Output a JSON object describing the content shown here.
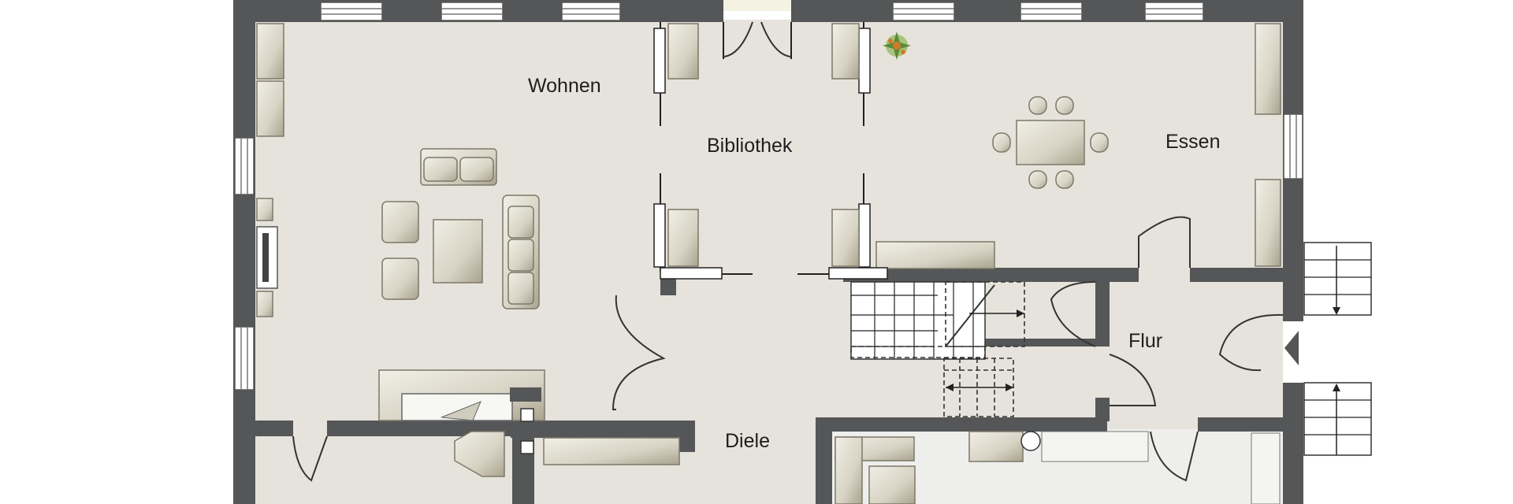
{
  "floor_plan": {
    "rooms": {
      "wohnen": "Wohnen",
      "bibliothek": "Bibliothek",
      "essen": "Essen",
      "flur": "Flur",
      "diele": "Diele"
    },
    "colors": {
      "wall": "#555657",
      "floor": "#e6e3dc",
      "tile_floor": "#eeeeec",
      "furniture": "#d8d5c8"
    },
    "icons": [
      "door-swing-icon",
      "window-icon",
      "stair-arrow-icon",
      "plant-icon",
      "entrance-arrow-icon"
    ]
  }
}
